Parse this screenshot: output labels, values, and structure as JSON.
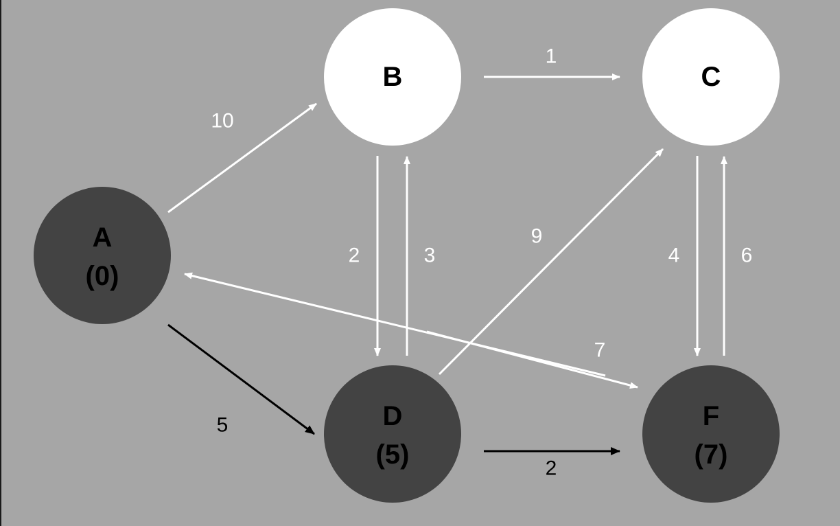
{
  "colors": {
    "background": "#a6a6a6",
    "node_visited": "#434343",
    "node_unvisited": "#ffffff",
    "edge_default": "#ffffff",
    "edge_shortest": "#000000",
    "text": "#000000",
    "weight_light": "#ffffff",
    "weight_dark": "#000000"
  },
  "nodes": [
    {
      "id": "A",
      "label": "A",
      "distance": "(0)",
      "state": "visited"
    },
    {
      "id": "B",
      "label": "B",
      "distance": "",
      "state": "unvisited"
    },
    {
      "id": "C",
      "label": "C",
      "distance": "",
      "state": "unvisited"
    },
    {
      "id": "D",
      "label": "D",
      "distance": "(5)",
      "state": "visited"
    },
    {
      "id": "F",
      "label": "F",
      "distance": "(7)",
      "state": "visited"
    }
  ],
  "edges": [
    {
      "from": "A",
      "to": "B",
      "weight": "10",
      "highlighted": false
    },
    {
      "from": "B",
      "to": "C",
      "weight": "1",
      "highlighted": false
    },
    {
      "from": "B",
      "to": "D",
      "weight": "2",
      "highlighted": false
    },
    {
      "from": "D",
      "to": "B",
      "weight": "3",
      "highlighted": false
    },
    {
      "from": "D",
      "to": "C",
      "weight": "9",
      "highlighted": false
    },
    {
      "from": "C",
      "to": "F",
      "weight": "4",
      "highlighted": false
    },
    {
      "from": "F",
      "to": "C",
      "weight": "6",
      "highlighted": false
    },
    {
      "from": "F",
      "to": "A",
      "weight": "7",
      "highlighted": false
    },
    {
      "from": "A",
      "to": "F",
      "weight": "",
      "highlighted": false
    },
    {
      "from": "A",
      "to": "D",
      "weight": "5",
      "highlighted": true
    },
    {
      "from": "D",
      "to": "F",
      "weight": "2",
      "highlighted": true
    }
  ]
}
